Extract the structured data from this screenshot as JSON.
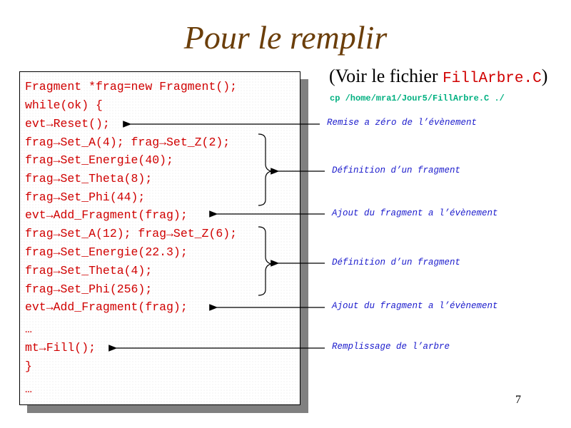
{
  "title": "Pour le remplir",
  "header": {
    "voir_prefix": "(Voir le fichier ",
    "file": "FillArbre.C",
    "voir_suffix": ")",
    "cp_command": "cp /home/mra1/Jour5/FillArbre.C ./"
  },
  "code": [
    "Fragment *frag=new Fragment();",
    "while(ok) {",
    "evt→Reset();",
    "frag→Set_A(4); frag→Set_Z(2);",
    "frag→Set_Energie(40);",
    "frag→Set_Theta(8);",
    "frag→Set_Phi(44);",
    "evt→Add_Fragment(frag);",
    "frag→Set_A(12); frag→Set_Z(6);",
    "frag→Set_Energie(22.3);",
    "frag→Set_Theta(4);",
    "frag→Set_Phi(256);",
    "evt→Add_Fragment(frag);",
    "…",
    "mt→Fill();",
    "}",
    "…"
  ],
  "annotations": [
    "Remise a zéro de l’évènement",
    "Définition d’un fragment",
    "Ajout du fragment a l’évènement",
    "Définition d’un fragment",
    "Ajout du fragment a l’évènement",
    "Remplissage de l’arbre"
  ],
  "page_number": "7"
}
